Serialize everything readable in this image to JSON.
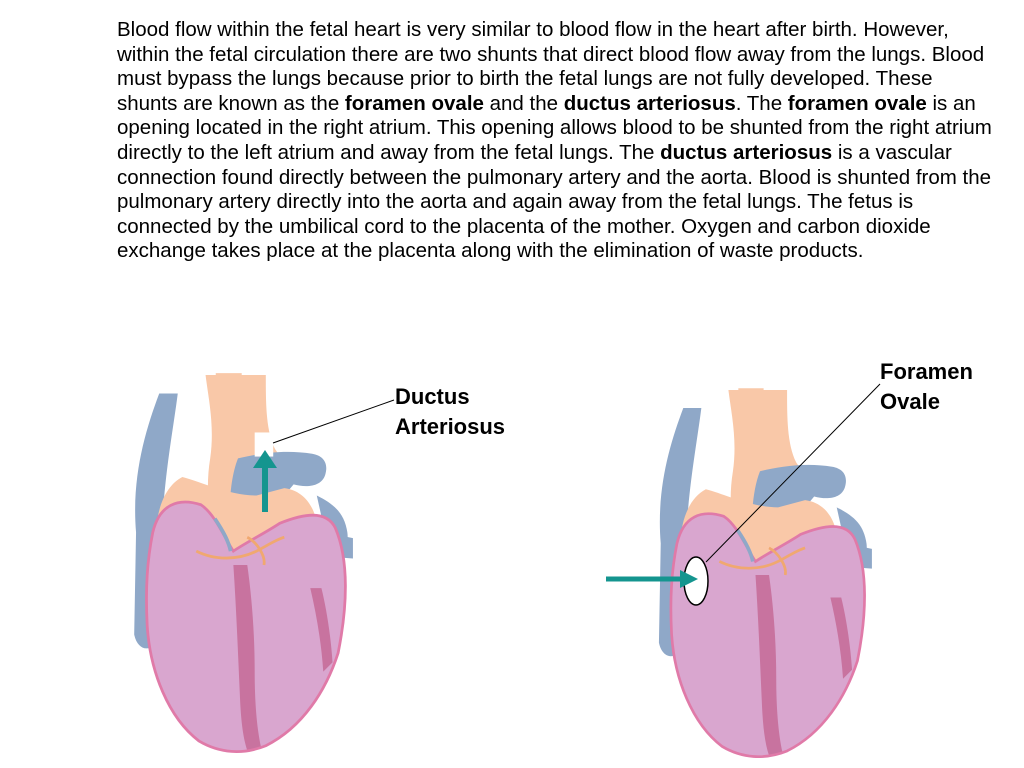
{
  "paragraph": {
    "s1": "Blood flow within the fetal heart is very similar to blood flow in the heart after birth. However, within the fetal circulation there are two shunts that direct blood flow away from the lungs.  Blood must bypass the lungs because prior to birth the fetal lungs are not fully developed. These shunts are known as the ",
    "b1": "foramen ovale",
    "s2": " and the ",
    "b2": "ductus arteriosus",
    "s3": ".  The ",
    "b3": "foramen ovale",
    "s4": " is an opening located in the right atrium.  This opening allows blood to be shunted from the right atrium directly to the left atrium and away from the fetal lungs.  The ",
    "b4": "ductus arteriosus",
    "s5": " is a vascular connection found directly between the pulmonary artery and the aorta.  Blood is shunted from the pulmonary artery directly into the aorta and again away from the fetal lungs. The fetus is connected by the umbilical cord to the placenta of the mother.  Oxygen and carbon dioxide exchange takes place at the placenta along with the elimination of waste products."
  },
  "labels": {
    "ductus_line1": "Ductus",
    "ductus_line2": "Arteriosus",
    "foramen_line1": "Foramen",
    "foramen_line2": "Ovale"
  },
  "colors": {
    "arrow": "#14958f",
    "aorta": "#f9c8a8",
    "vessel_blue": "#8fa8c8",
    "ventricle": "#d9a6cf",
    "ventricle_dark": "#c8739f",
    "myocardium_outline": "#e07aa8"
  }
}
